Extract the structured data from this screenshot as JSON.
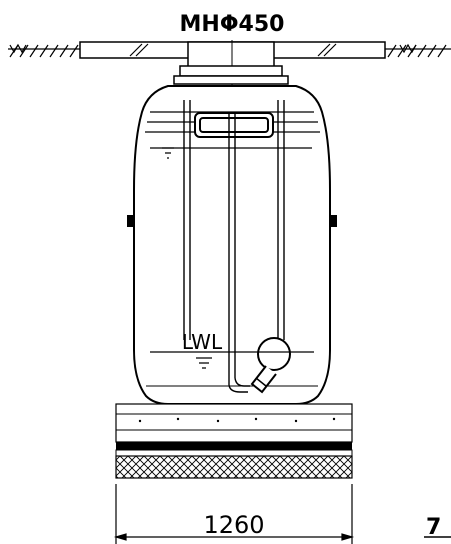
{
  "labels": {
    "manhole": "MHΦ450",
    "low_water_level": "LWL",
    "width_dimension": "1260",
    "cut_off_marker": "7"
  },
  "colors": {
    "line": "#000000",
    "background": "#ffffff"
  }
}
